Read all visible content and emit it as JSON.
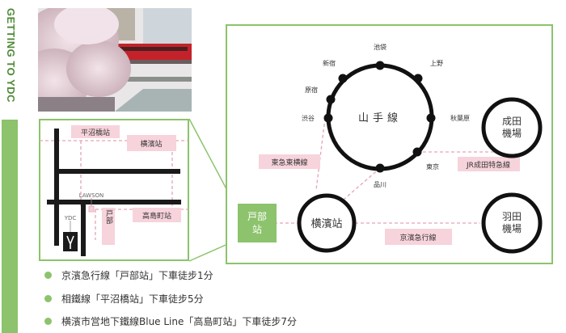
{
  "side": {
    "title": "GETTING TO YDC"
  },
  "photo": {
    "description_icon": "photo-cherry-blossom-train"
  },
  "mini_map": {
    "station_hiranuma": "平沼橋站",
    "station_yokohama": "横濱站",
    "station_takashimacho": "高島町站",
    "station_tobe": "戸部",
    "shop_lawson": "LAWSON",
    "building_ydc": "YDC"
  },
  "diagram": {
    "loop_line": "山手線",
    "stations": {
      "ikebukuro": "池袋",
      "shinjuku": "新宿",
      "ueno": "上野",
      "harajuku": "原宿",
      "shibuya": "渋谷",
      "akihabara": "秋葉原",
      "tokyo": "東京",
      "shinagawa": "品川"
    },
    "yokohama": "横濱站",
    "tobe": "戸部站",
    "narita": "成田機場",
    "haneda": "羽田機場",
    "line_toyoko": "東急東横線",
    "line_narita_express": "JR成田特急線",
    "line_keikyu": "京濱急行線"
  },
  "legend": [
    "京濱急行線「戸部站」下車徒步1分",
    "相鐵線「平沼橋站」下車徒步5分",
    "横濱市営地下鐵線Blue Line「高島町站」下車徒步7分"
  ],
  "colors": {
    "accent_green": "#8cc36c",
    "pink_box": "#f7d3dc",
    "pink_line": "#e6a3b4"
  }
}
